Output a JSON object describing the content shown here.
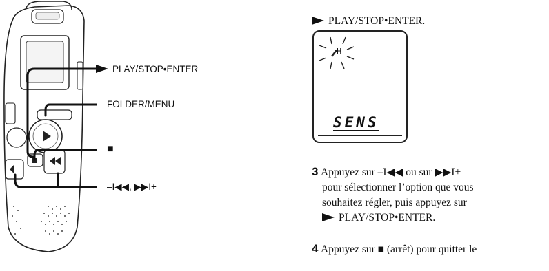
{
  "labels": {
    "play_stop_enter": "PLAY/STOP•ENTER",
    "folder_menu": "FOLDER/MENU",
    "stop_symbol": "■",
    "skip_buttons": "–I◀◀, ▶▶I+"
  },
  "right": {
    "top_line": "PLAY/STOP•ENTER.",
    "lcd": {
      "indicator": "H",
      "text": "SENS"
    },
    "step3": {
      "number": "3",
      "line1": "Appuyez sur –I◀◀ ou sur ▶▶I+",
      "line2": "pour sélectionner l’option que vous",
      "line3": "souhaitez régler, puis appuyez sur",
      "line4": "PLAY/STOP•ENTER."
    },
    "step4": {
      "number": "4",
      "line1": "Appuyez sur ■ (arrêt) pour quitter le"
    }
  },
  "icons": [
    "play-triangle-icon",
    "stop-square-icon",
    "microphone-sensitivity-icon"
  ]
}
